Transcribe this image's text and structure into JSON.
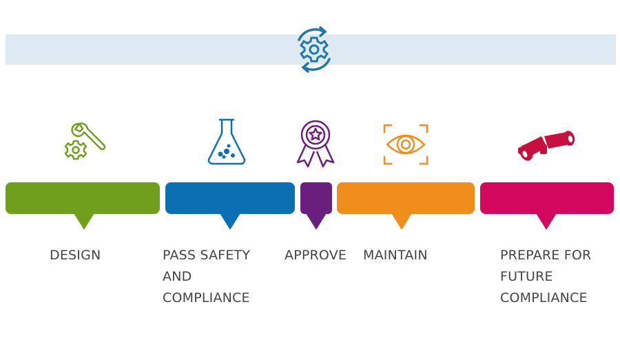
{
  "steps": [
    {
      "id": "design",
      "lines": [
        "DESIGN"
      ],
      "color": "#6f9f1c",
      "icon": "wrench-gear-icon"
    },
    {
      "id": "pass-safety",
      "lines": [
        "PASS SAFETY",
        "AND",
        "COMPLIANCE"
      ],
      "color": "#0b6fb3",
      "icon": "flask-icon"
    },
    {
      "id": "approve",
      "lines": [
        "APPROVE"
      ],
      "color": "#6a1e7d",
      "icon": "award-ribbon-icon"
    },
    {
      "id": "maintain",
      "lines": [
        "MAINTAIN"
      ],
      "color": "#f08e1d",
      "icon": "eye-icon"
    },
    {
      "id": "prepare",
      "lines": [
        "PREPARE FOR",
        "FUTURE",
        "COMPLIANCE"
      ],
      "color": "#d4075f",
      "icon": "binoculars-icon"
    }
  ],
  "banner": {
    "color": "#dde9f3",
    "icon": "gear-cycle-icon",
    "icon_color": "#1f78a8"
  }
}
